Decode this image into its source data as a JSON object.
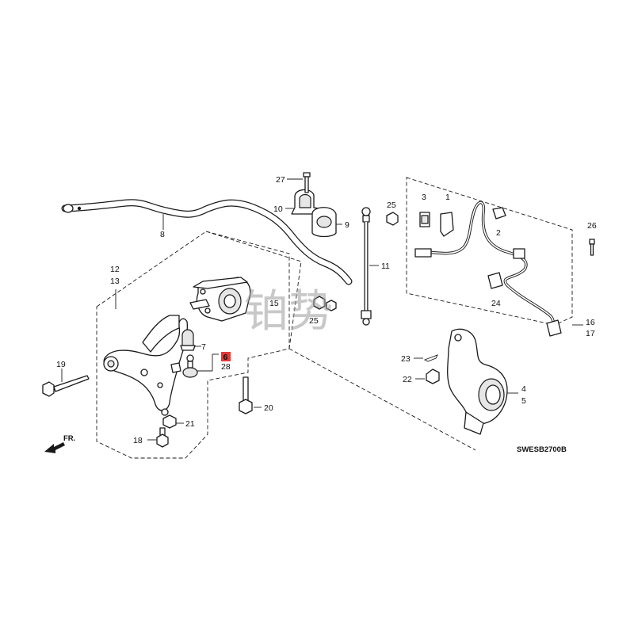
{
  "callouts": {
    "c1": "1",
    "c2": "2",
    "c3": "3",
    "c4": "4",
    "c5": "5",
    "c6": "6",
    "c7": "7",
    "c8": "8",
    "c9": "9",
    "c10": "10",
    "c11": "11",
    "c12": "12",
    "c13": "13",
    "c15": "15",
    "c16": "16",
    "c17": "17",
    "c18": "18",
    "c19": "19",
    "c20": "20",
    "c21": "21",
    "c22": "22",
    "c23": "23",
    "c24": "24",
    "c25a": "25",
    "c25b": "25",
    "c26": "26",
    "c27": "27",
    "c28": "28"
  },
  "diagram_code": "SWESB2700B",
  "front_indicator": "FR.",
  "watermark": "铂势",
  "colors": {
    "highlight": "#e53935",
    "ink": "#1a1a1a"
  }
}
